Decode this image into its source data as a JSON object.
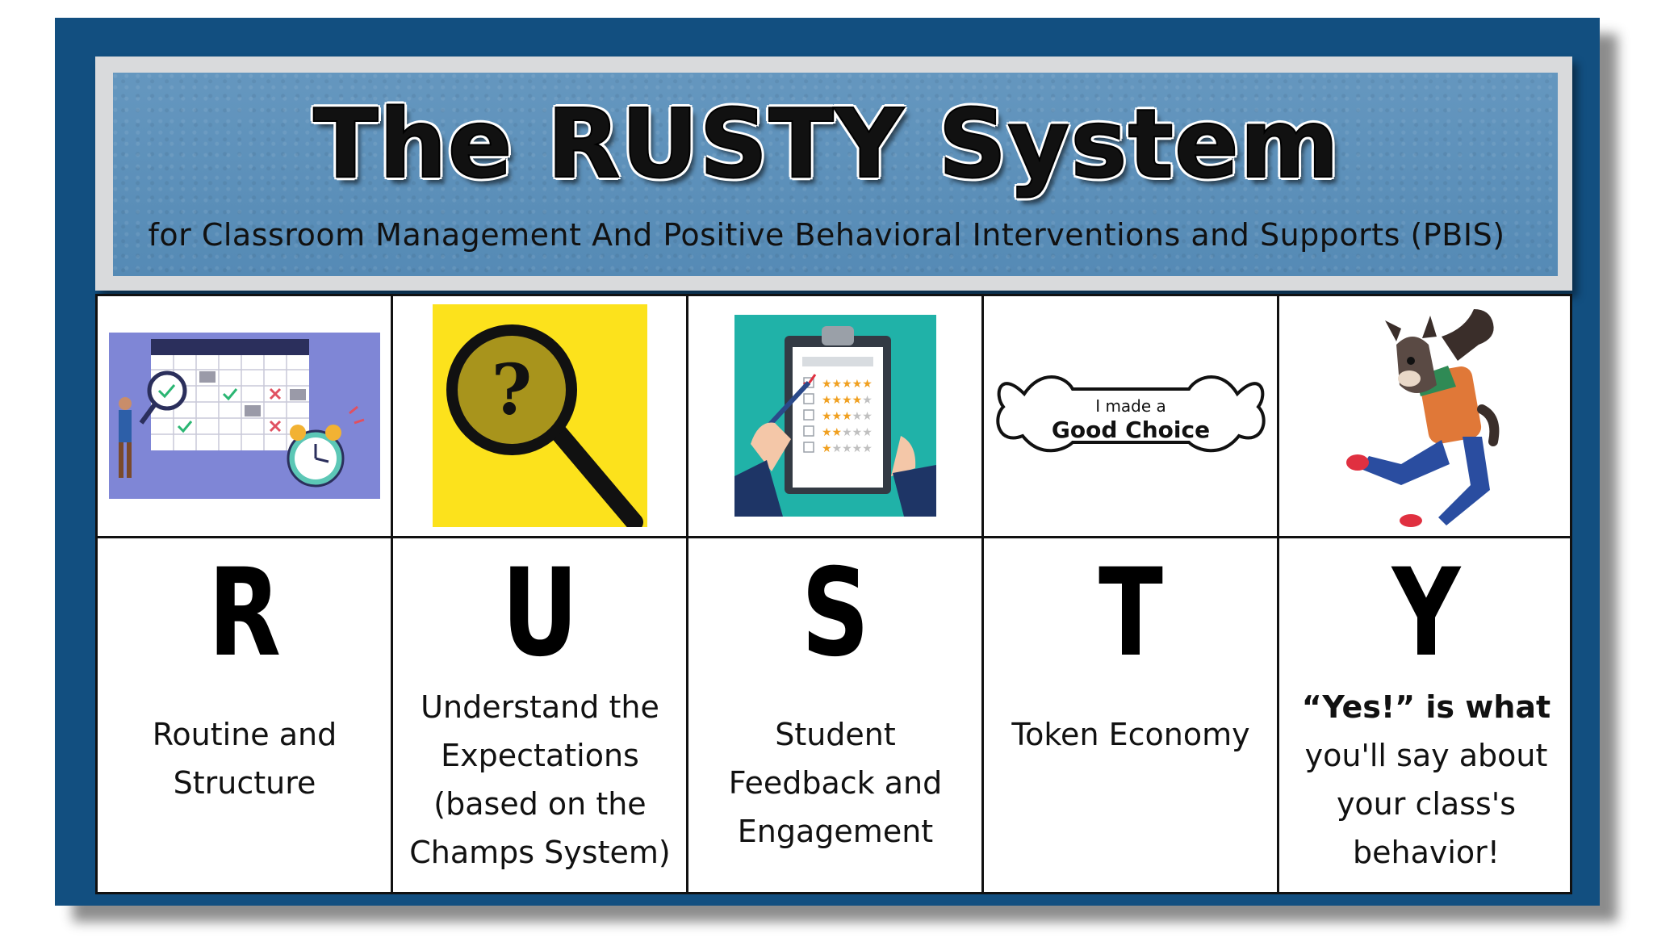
{
  "header": {
    "title": "The RUSTY System",
    "subtitle": "for Classroom Management And Positive Behavioral Interventions and Supports (PBIS)"
  },
  "columns": [
    {
      "letter": "R",
      "description": [
        "Routine and",
        "Structure"
      ],
      "icon": "calendar-schedule-icon"
    },
    {
      "letter": "U",
      "description": [
        "Understand the",
        "Expectations",
        "(based on the",
        "Champs System)"
      ],
      "icon": "magnifying-glass-question-icon"
    },
    {
      "letter": "S",
      "description": [
        "Student",
        "Feedback and",
        "Engagement"
      ],
      "icon": "clipboard-rating-icon"
    },
    {
      "letter": "T",
      "description": [
        "Token Economy"
      ],
      "icon": "bone-token-icon"
    },
    {
      "letter": "Y",
      "description": [
        "“Yes!” is what",
        "you'll say about",
        "your class's",
        "behavior!"
      ],
      "icon": "rusty-dog-mascot-icon"
    }
  ],
  "token": {
    "line1": "I made a",
    "line2": "Good Choice"
  },
  "colors": {
    "frame": "#124f80",
    "header_bg": "#5b8eb8",
    "header_border": "#d9dadc",
    "magnifier_bg": "#fce21c",
    "clipboard_bg": "#20b2a8",
    "calendar_bg": "#7f86d6"
  }
}
